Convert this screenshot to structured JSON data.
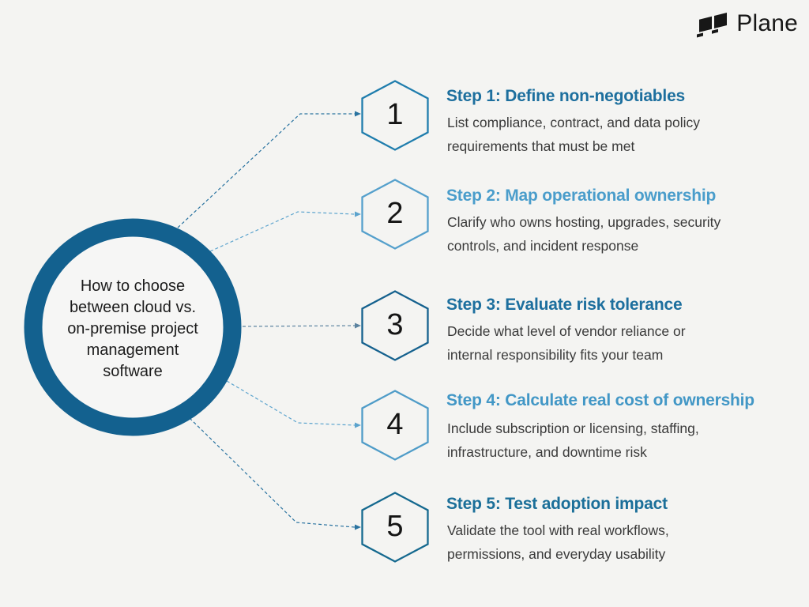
{
  "background_color": "#f4f4f2",
  "logo": {
    "brand": "Plane",
    "icon": "plane-logo-icon",
    "color": "#171717"
  },
  "center": {
    "title_lines": [
      "How to choose",
      "between cloud vs.",
      "on-premise project",
      "management",
      "software"
    ],
    "ring_color": "#13618f",
    "fill_color": "#f6f6f5",
    "text_color": "#1c1c1c"
  },
  "steps": [
    {
      "number": "1",
      "title": "Step 1: Define non-negotiables",
      "description_lines": [
        "List compliance, contract, and data policy",
        "requirements that must be met"
      ],
      "title_color": "#1d6f9e",
      "hex_color": "#1f7dad",
      "line_color": "#2a73a0"
    },
    {
      "number": "2",
      "title": "Step 2: Map operational ownership",
      "description_lines": [
        "Clarify who owns hosting, upgrades, security",
        "controls, and incident response"
      ],
      "title_color": "#4a9dcb",
      "hex_color": "#55a0cc",
      "line_color": "#5ba3cd"
    },
    {
      "number": "3",
      "title": "Step 3: Evaluate risk tolerance",
      "description_lines": [
        "Decide what level of vendor reliance or",
        "internal responsibility fits your team"
      ],
      "title_color": "#1d6f9e",
      "hex_color": "#15618e",
      "line_color": "#5c83a0"
    },
    {
      "number": "4",
      "title": "Step 4: Calculate real cost of ownership",
      "description_lines": [
        "Include subscription or licensing, staffing,",
        "infrastructure, and downtime risk"
      ],
      "title_color": "#4297c6",
      "hex_color": "#4f9cc8",
      "line_color": "#5ba3cd"
    },
    {
      "number": "5",
      "title": "Step 5: Test adoption impact",
      "description_lines": [
        "Validate the tool with real workflows,",
        "permissions, and everyday usability"
      ],
      "title_color": "#1b6f99",
      "hex_color": "#15698f",
      "line_color": "#2a73a0"
    }
  ]
}
